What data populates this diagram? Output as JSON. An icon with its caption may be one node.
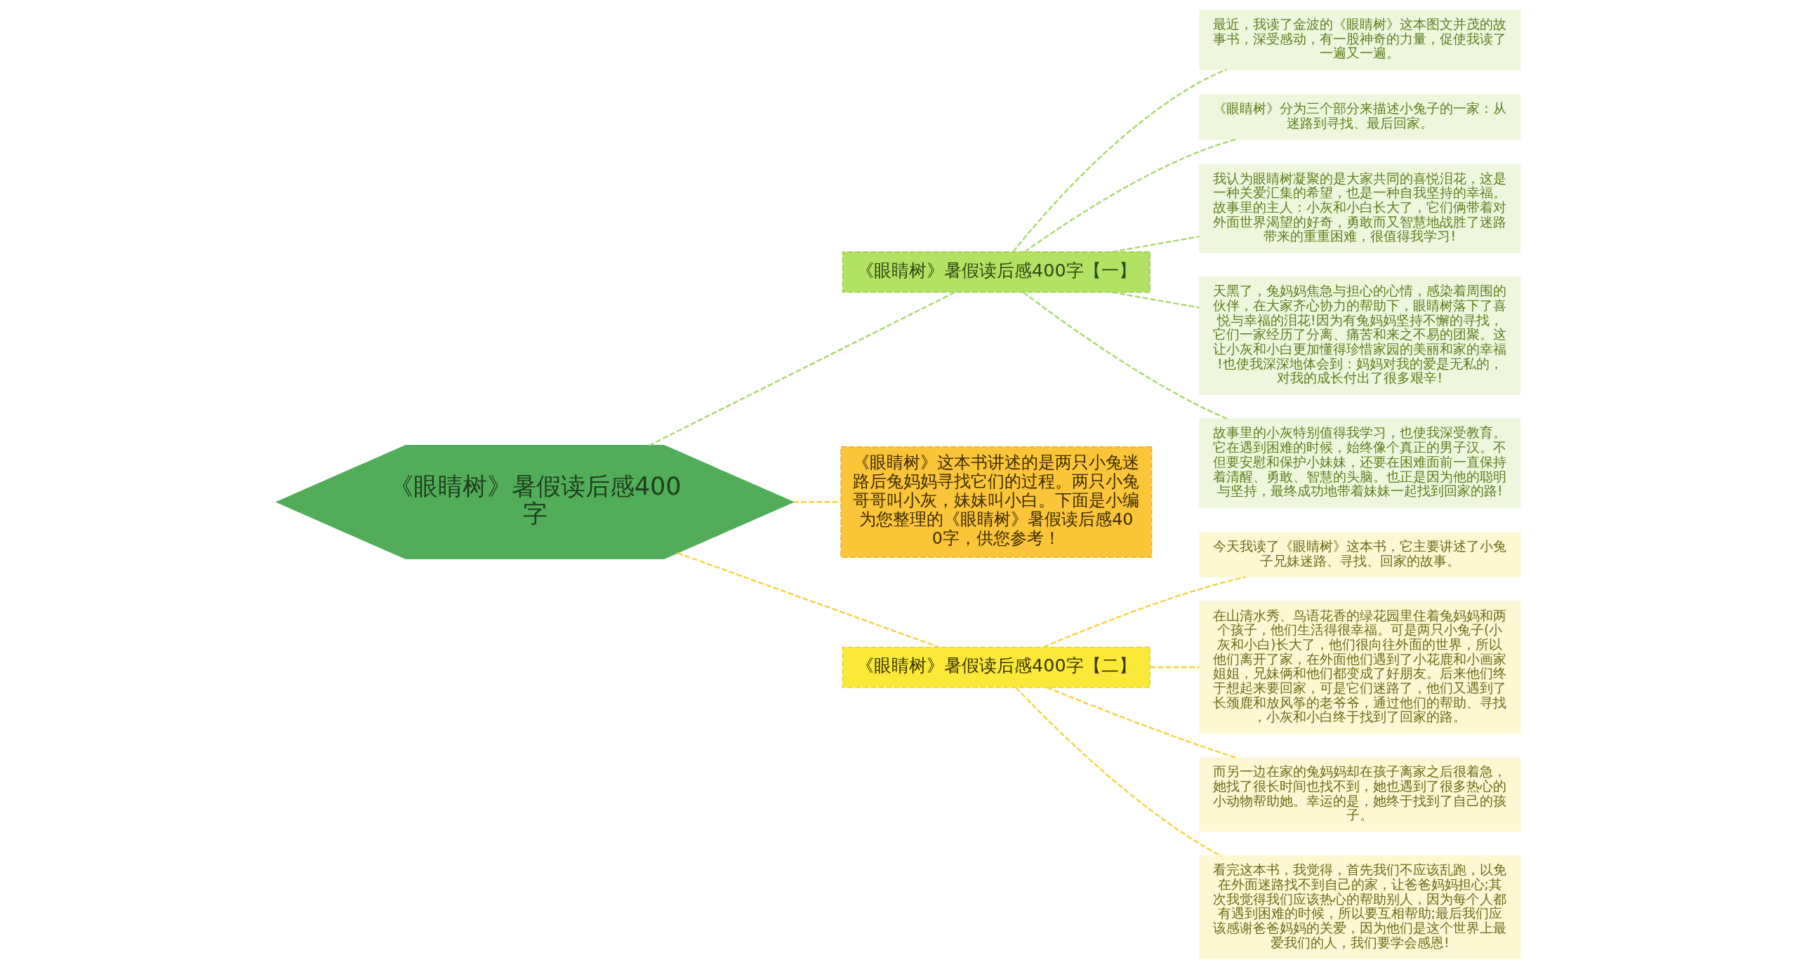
{
  "diagram": {
    "nodes": [
      {
        "text": [
          "《眼睛树》暑假读后感400字"
        ]
      },
      {
        "text": [
          "《眼睛树》暑假读后感400字【一】"
        ]
      },
      {
        "text": [
          "最近，我读了金波的《眼睛树》这本图文并茂的故事书，深受感动，有一股神奇的力量，促使我读了一遍又一遍。"
        ]
      },
      {
        "text": [
          "《眼睛树》分为三个部分来描述小兔子的一家：从迷路到寻找、最后回家。"
        ]
      },
      {
        "text": [
          "我认为眼睛树凝聚的是大家共同的喜悦泪花，这是一种关爱汇集的希望，也是一种自我坚持的幸福。故事里的主人：小灰和小白长大了，它们俩带着对外面世界渴望的好奇，勇敢而又智慧地战胜了迷路带来的重重困难，很值得我学习!"
        ]
      },
      {
        "text": [
          "天黑了，兔妈妈焦急与担心的心情，感染着周围的伙伴，在大家齐心协力的帮助下，眼睛树落下了喜悦与幸福的泪花!因为有兔妈妈坚持不懈的寻找，它们一家经历了分离、痛苦和来之不易的团聚。这让小灰和小白更加懂得珍惜家园的美丽和家的幸福!也使我深深地体会到：妈妈对我的爱是无私的，对我的成长付出了很多艰辛!"
        ]
      },
      {
        "text": [
          "故事里的小灰特别值得我学习，也使我深受教育。它在遇到困难的时候，始终像个真正的男子汉。不但要安慰和保护小妹妹，还要在困难面前一直保持着清醒、勇敢、智慧的头脑。也正是因为他的聪明与坚持，最终成功地带着妹妹一起找到回家的路!"
        ]
      },
      {
        "text": [
          "《眼睛树》这本书讲述的是两只小兔迷路后兔妈妈寻找它们的过程。两只小兔哥哥叫小灰，妹妹叫小白。下面是小编为您整理的《眼睛树》暑假读后感400字，供您参考！"
        ]
      },
      {
        "text": [
          "《眼睛树》暑假读后感400字【二】"
        ]
      },
      {
        "text": [
          "今天我读了《眼睛树》这本书，它主要讲述了小兔子兄妹迷路、寻找、回家的故事。"
        ]
      },
      {
        "text": [
          "在山清水秀、鸟语花香的绿花园里住着兔妈妈和两个孩子，他们生活得很幸福。可是两只小兔子(小灰和小白)长大了，他们很向往外面的世界，所以他们离开了家，在外面他们遇到了小花鹿和小画家姐姐，兄妹俩和他们都变成了好朋友。后来他们终于想起来要回家，可是它们迷路了，他们又遇到了长颈鹿和放风筝的老爷爷，通过他们的帮助、寻找，小灰和小白终于找到了回家的路。"
        ]
      },
      {
        "text": [
          "而另一边在家的兔妈妈却在孩子离家之后很着急，她找了很长时间也找不到，她也遇到了很多热心的小动物帮助她。幸运的是，她终于找到了自己的孩子。"
        ]
      },
      {
        "text": [
          "看完这本书，我觉得，首先我们不应该乱跑，以免在外面迷路找不到自己的家，让爸爸妈妈担心;其次我觉得我们应该热心的帮助别人，因为每个人都有遇到困难的时候，所以要互相帮助;最后我们应该感谢爸爸妈妈的关爱，因为他们是这个世界上最爱我们的人，我们要学会感恩!"
        ]
      }
    ],
    "edges": [
      {
        "from": 0,
        "to": 1,
        "arrow": "none",
        "style": "dashed",
        "color": "#a6d86a"
      },
      {
        "from": 1,
        "to": 2,
        "arrow": "none",
        "style": "dashed",
        "color": "#a6d86a"
      },
      {
        "from": 1,
        "to": 3,
        "arrow": "none",
        "style": "dashed",
        "color": "#a6d86a"
      },
      {
        "from": 1,
        "to": 4,
        "arrow": "none",
        "style": "dashed",
        "color": "#a6d86a"
      },
      {
        "from": 1,
        "to": 5,
        "arrow": "none",
        "style": "dashed",
        "color": "#a6d86a"
      },
      {
        "from": 1,
        "to": 6,
        "arrow": "none",
        "style": "dashed",
        "color": "#a6d86a"
      },
      {
        "from": 0,
        "to": 7,
        "arrow": "none",
        "style": "dashed",
        "color": "#f5d23c"
      },
      {
        "from": 0,
        "to": 8,
        "arrow": "none",
        "style": "dashed",
        "color": "#f5d23c"
      },
      {
        "from": 8,
        "to": 9,
        "arrow": "none",
        "style": "dashed",
        "color": "#f5d23c"
      },
      {
        "from": 8,
        "to": 10,
        "arrow": "none",
        "style": "dashed",
        "color": "#f5d23c"
      },
      {
        "from": 8,
        "to": 11,
        "arrow": "none",
        "style": "dashed",
        "color": "#f5d23c"
      },
      {
        "from": 8,
        "to": 12,
        "arrow": "none",
        "style": "dashed",
        "color": "#f5d23c"
      }
    ]
  }
}
